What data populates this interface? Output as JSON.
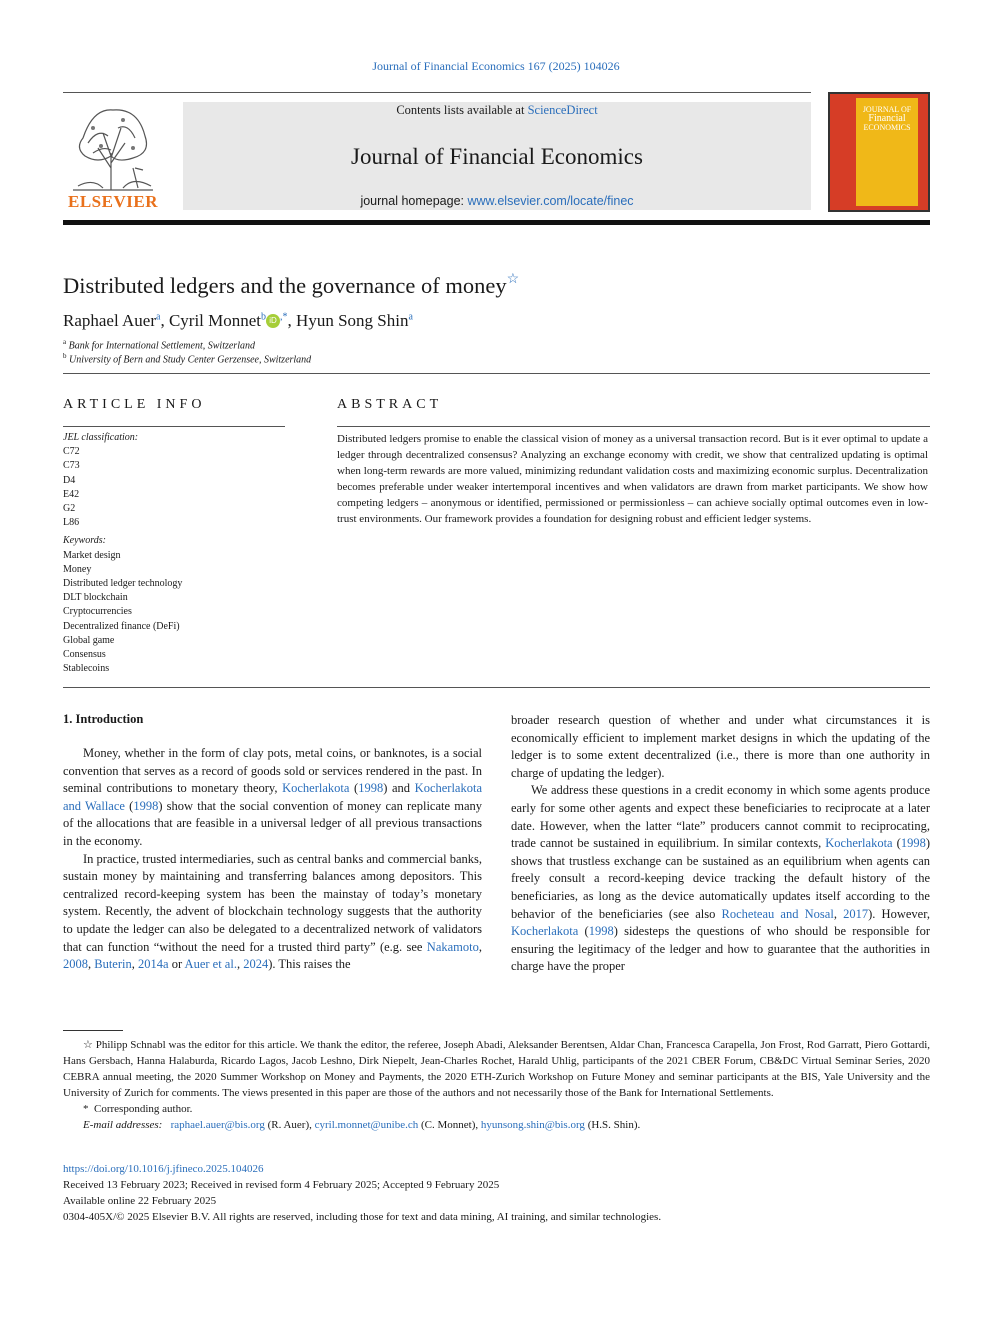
{
  "header": {
    "citation": "Journal of Financial Economics 167 (2025) 104026",
    "contents_prefix": "Contents lists available at ",
    "contents_link": "ScienceDirect",
    "journal_name": "Journal of Financial Economics",
    "homepage_prefix": "journal homepage: ",
    "homepage_link": "www.elsevier.com/locate/finec",
    "publisher": "ELSEVIER",
    "cover_title_1": "JOURNAL OF",
    "cover_title_2": "Financial",
    "cover_title_3": "ECONOMICS"
  },
  "article": {
    "title": "Distributed ledgers and the governance of money",
    "title_mark": "☆",
    "authors": [
      {
        "name": "Raphael Auer",
        "sup": "a"
      },
      {
        "name": "Cyril Monnet",
        "sup": "b"
      },
      {
        "name": "Hyun Song Shin",
        "sup": "a"
      }
    ],
    "corresponding_mark": ",*",
    "orcid_label": "iD",
    "affiliations": [
      {
        "sup": "a",
        "text": "Bank for International Settlement, Switzerland"
      },
      {
        "sup": "b",
        "text": "University of Bern and Study Center Gerzensee, Switzerland"
      }
    ]
  },
  "article_info": {
    "heading": "ARTICLE INFO",
    "jel_label": "JEL classification:",
    "jel_codes": [
      "C72",
      "C73",
      "D4",
      "E42",
      "G2",
      "L86"
    ],
    "keywords_label": "Keywords:",
    "keywords": [
      "Market design",
      "Money",
      "Distributed ledger technology",
      "DLT blockchain",
      "Cryptocurrencies",
      "Decentralized finance (DeFi)",
      "Global game",
      "Consensus",
      "Stablecoins"
    ]
  },
  "abstract": {
    "heading": "ABSTRACT",
    "text": "Distributed ledgers promise to enable the classical vision of money as a universal transaction record. But is it ever optimal to update a ledger through decentralized consensus? Analyzing an exchange economy with credit, we show that centralized updating is optimal when long-term rewards are more valued, minimizing redundant validation costs and maximizing economic surplus. Decentralization becomes preferable under weaker intertemporal incentives and when validators are drawn from market participants. We show how competing ledgers – anonymous or identified, permissioned or permissionless – can achieve socially optimal outcomes even in low-trust environments. Our framework provides a foundation for designing robust and efficient ledger systems."
  },
  "intro": {
    "heading": "1.  Introduction",
    "left_p1_a": "Money, whether in the form of clay pots, metal coins, or banknotes, is a social convention that serves as a record of goods sold or services rendered in the past. In seminal contributions to monetary theory, ",
    "left_p1_l1": "Kocherlakota",
    "left_p1_b": " (",
    "left_p1_l2": "1998",
    "left_p1_c": ") and ",
    "left_p1_l3": "Kocherlakota and Wallace",
    "left_p1_d": " (",
    "left_p1_l4": "1998",
    "left_p1_e": ") show that the social convention of money can replicate many of the allocations that are feasible in a universal ledger of all previous transactions in the economy.",
    "left_p2_a": "In practice, trusted intermediaries, such as central banks and commercial banks, sustain money by maintaining and transferring balances among depositors. This centralized record-keeping system has been the mainstay of today’s monetary system. Recently, the advent of blockchain technology suggests that the authority to update the ledger can also be delegated to a decentralized network of validators that can function “without the need for a trusted third party” (e.g. see ",
    "left_p2_l1": "Nakamoto",
    "left_p2_b": ", ",
    "left_p2_l2": "2008",
    "left_p2_c": ", ",
    "left_p2_l3": "Buterin",
    "left_p2_d": ", ",
    "left_p2_l4": "2014a",
    "left_p2_e": " or ",
    "left_p2_l5": "Auer et al.",
    "left_p2_f": ", ",
    "left_p2_l6": "2024",
    "left_p2_g": "). This raises the",
    "right_p1": "broader research question of whether and under what circumstances it is economically efficient to implement market designs in which the updating of the ledger is to some extent decentralized (i.e., there is more than one authority in charge of updating the ledger).",
    "right_p2_a": "We address these questions in a credit economy in which some agents produce early for some other agents and expect these beneficiaries to reciprocate at a later date. However, when the latter “late” producers cannot commit to reciprocating, trade cannot be sustained in equilibrium. In similar contexts, ",
    "right_p2_l1": "Kocherlakota",
    "right_p2_b": " (",
    "right_p2_l2": "1998",
    "right_p2_c": ") shows that trustless exchange can be sustained as an equilibrium when agents can freely consult a record-keeping device tracking the default history of the beneficiaries, as long as the device automatically updates itself according to the behavior of the beneficiaries (see also ",
    "right_p2_l3": "Rocheteau and Nosal",
    "right_p2_d": ", ",
    "right_p2_l4": "2017",
    "right_p2_e": "). However, ",
    "right_p2_l5": "Kocherlakota",
    "right_p2_f": " (",
    "right_p2_l6": "1998",
    "right_p2_g": ") sidesteps the questions of who should be responsible for ensuring the legitimacy of the ledger and how to guarantee that the authorities in charge have the proper"
  },
  "footnotes": {
    "star_mark": "☆",
    "star_text": "Philipp Schnabl was the editor for this article. We thank the editor, the referee, Joseph Abadi, Aleksander Berentsen, Aldar Chan, Francesca Carapella, Jon Frost, Rod Garratt, Piero Gottardi, Hans Gersbach, Hanna Halaburda, Ricardo Lagos, Jacob Leshno, Dirk Niepelt, Jean-Charles Rochet, Harald Uhlig, participants of the 2021 CBER Forum, CB&DC Virtual Seminar Series, 2020 CEBRA annual meeting, the 2020 Summer Workshop on Money and Payments, the 2020 ETH-Zurich Workshop on Future Money and seminar participants at the BIS, Yale University and the University of Zurich for comments. The views presented in this paper are those of the authors and not necessarily those of the Bank for International Settlements.",
    "corr_mark": "*",
    "corr_text": "Corresponding author.",
    "email_label": "E-mail addresses:",
    "emails": [
      {
        "addr": "raphael.auer@bis.org",
        "who": " (R. Auer), "
      },
      {
        "addr": "cyril.monnet@unibe.ch",
        "who": " (C. Monnet), "
      },
      {
        "addr": "hyunsong.shin@bis.org",
        "who": " (H.S. Shin)."
      }
    ]
  },
  "pubinfo": {
    "doi": "https://doi.org/10.1016/j.jfineco.2025.104026",
    "received": "Received 13 February 2023; Received in revised form 4 February 2025; Accepted 9 February 2025",
    "online": "Available online 22 February 2025",
    "copyright": "0304-405X/© 2025 Elsevier B.V. All rights are reserved, including those for text and data mining, AI training, and similar technologies."
  },
  "colors": {
    "link": "#2a6ebb",
    "elsevier_orange": "#e9711c",
    "cover_red": "#d63d26",
    "cover_yellow": "#f0b818"
  }
}
